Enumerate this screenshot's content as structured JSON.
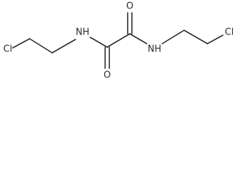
{
  "molecule": {
    "atoms": {
      "cl_left": "Cl",
      "nh_left": "NH",
      "o_top": "O",
      "o_bottom": "O",
      "nh_right": "NH",
      "cl_right": "Cl"
    },
    "colors": {
      "bond": "#2b2b2b",
      "label": "#2b2b2b",
      "background": "#ffffff"
    }
  }
}
